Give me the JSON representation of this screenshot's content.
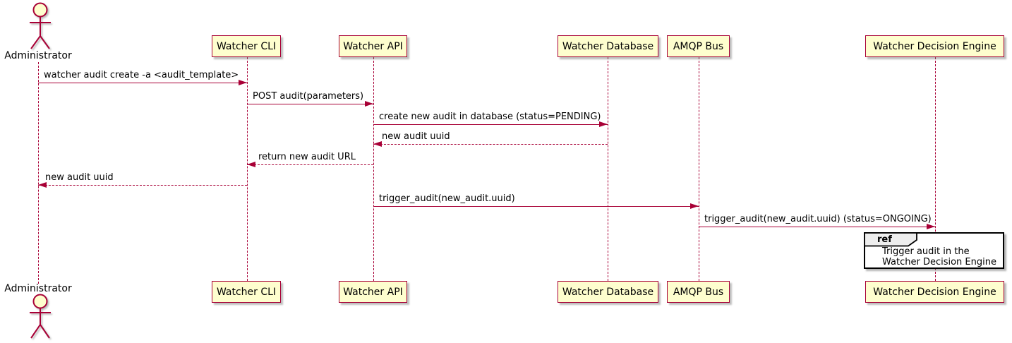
{
  "diagram": {
    "type": "uml-sequence-diagram",
    "actor": {
      "label": "Administrator"
    },
    "participants": [
      {
        "label": "Watcher CLI"
      },
      {
        "label": "Watcher API"
      },
      {
        "label": "Watcher Database"
      },
      {
        "label": "AMQP Bus"
      },
      {
        "label": "Watcher Decision Engine"
      }
    ],
    "messages": [
      {
        "from": "Administrator",
        "to": "Watcher CLI",
        "label": "watcher audit create -a <audit_template>",
        "line": "solid"
      },
      {
        "from": "Watcher CLI",
        "to": "Watcher API",
        "label": "POST audit(parameters)",
        "line": "solid"
      },
      {
        "from": "Watcher API",
        "to": "Watcher Database",
        "label": "create new audit in database (status=PENDING)",
        "line": "solid"
      },
      {
        "from": "Watcher Database",
        "to": "Watcher API",
        "label": "new audit uuid",
        "line": "dashed"
      },
      {
        "from": "Watcher API",
        "to": "Watcher CLI",
        "label": "return new audit URL",
        "line": "dashed"
      },
      {
        "from": "Watcher CLI",
        "to": "Administrator",
        "label": "new audit uuid",
        "line": "dashed"
      },
      {
        "from": "Watcher API",
        "to": "AMQP Bus",
        "label": "trigger_audit(new_audit.uuid)",
        "line": "solid"
      },
      {
        "from": "AMQP Bus",
        "to": "Watcher Decision Engine",
        "label": "trigger_audit(new_audit.uuid) (status=ONGOING)",
        "line": "solid"
      }
    ],
    "ref": {
      "keyword": "ref",
      "line1": "Trigger audit in the",
      "line2": "Watcher Decision Engine"
    },
    "colors": {
      "line": "#A80036",
      "participant_fill": "#FEFECE",
      "text": "#000000",
      "ref_border": "#000000",
      "ref_header_fill": "#EEEEEE",
      "background": "#FFFFFF"
    }
  }
}
